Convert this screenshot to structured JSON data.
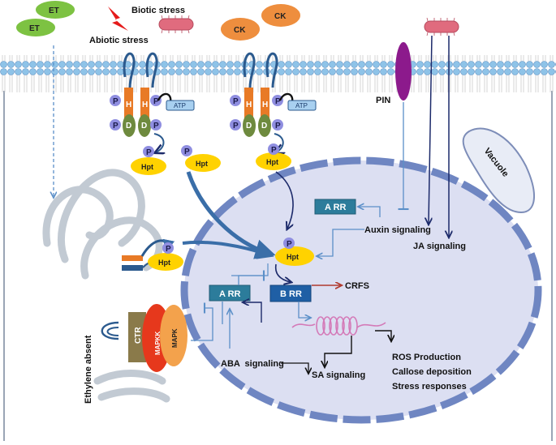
{
  "labels": {
    "et_top": "ET",
    "et_left": "ET",
    "biotic_stress": "Biotic stress",
    "abiotic_stress": "Abiotic stress",
    "ck_top": "CK",
    "ck_left": "CK",
    "atp": "ATP",
    "h": "H",
    "d": "D",
    "p": "P",
    "hpt": "Hpt",
    "pin": "PIN",
    "vacuole": "Vacuole",
    "arr_a": "A RR",
    "arr_b": "B RR",
    "auxin_signaling": "Auxin signaling",
    "ja_signaling": "JA signaling",
    "crfs": "CRFS",
    "aba_signaling": "ABA  signaling",
    "sa_signaling": "SA signaling",
    "ros_production": "ROS Production",
    "callose_deposition": "Callose deposition",
    "stress_responses": "Stress responses",
    "ethylene_absent": "Ethylene absent",
    "ctr": "CTR",
    "mapkk": "MAPKK",
    "mapk": "MAPK"
  },
  "colors": {
    "membrane_head": "#8ec3e8",
    "membrane_edge": "#5d8fc2",
    "nucleus_fill": "#dcdff2",
    "nucleus_edge": "#6f86c2",
    "green_pill": "#7dc242",
    "orange_pill": "#ee8e3e",
    "hpt_yellow": "#ffd200",
    "p_purple": "#8f8ee0",
    "arr_teal": "#2c7c9b",
    "brr_blue": "#1f5fa5",
    "pin_purple": "#8c1a8c",
    "ctr_brown": "#8a7a4a",
    "mapkk_red": "#e6381c",
    "mapk_orange": "#f3a24c",
    "dna_pink": "#d47ab8"
  }
}
